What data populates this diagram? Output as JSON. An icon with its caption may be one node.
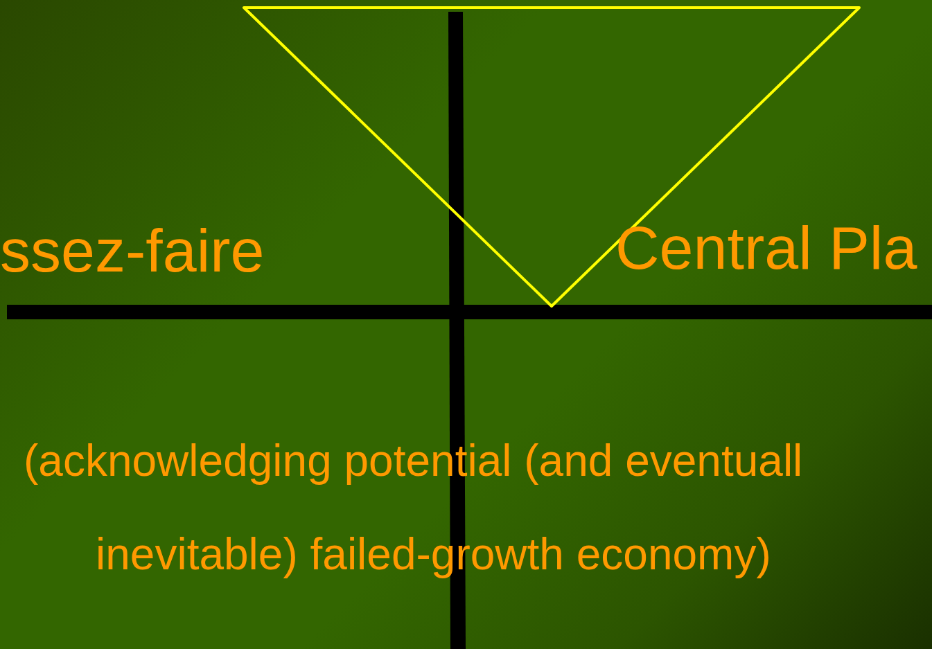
{
  "diagram": {
    "labels": [
      "ssez-faire",
      "Central Pla",
      "(acknowledging potential (and eventuall",
      "inevitable) failed-growth economy)"
    ]
  }
}
